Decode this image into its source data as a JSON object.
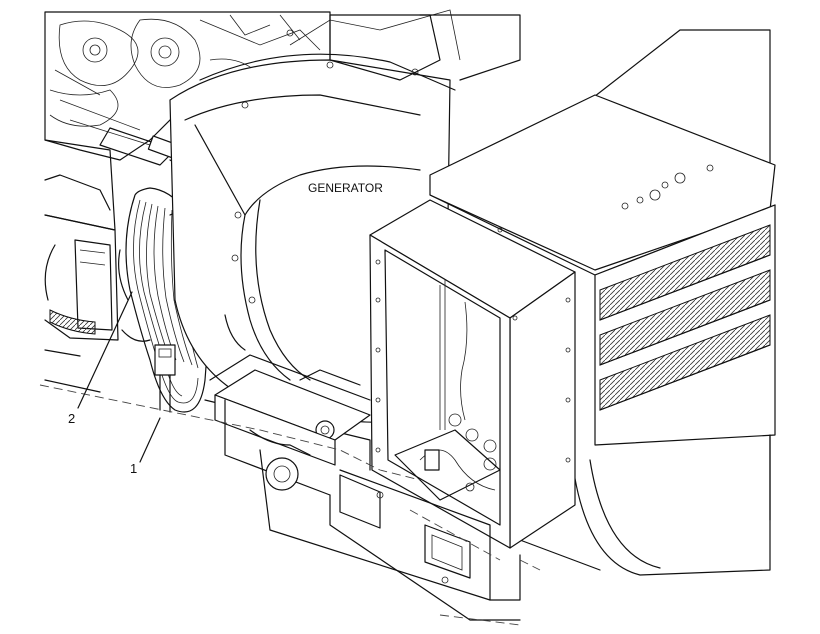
{
  "labels": {
    "generator": "GENERATOR",
    "callout_1": "1",
    "callout_2": "2"
  },
  "colors": {
    "line": "#111111",
    "background": "#ffffff"
  }
}
